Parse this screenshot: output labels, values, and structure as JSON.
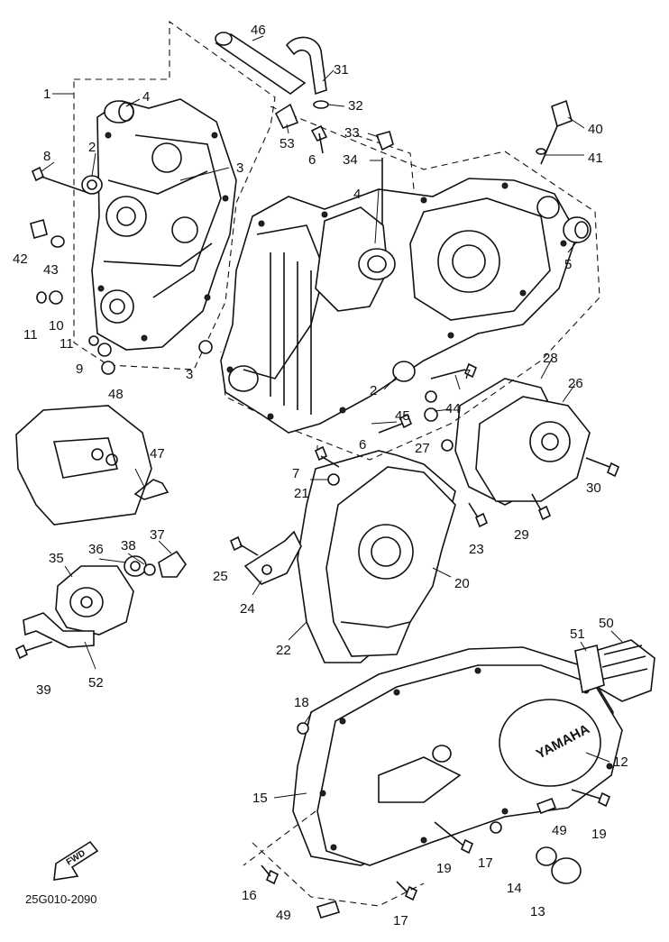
{
  "diagram": {
    "callouts": [
      "1",
      "2",
      "3",
      "4",
      "5",
      "6",
      "7",
      "8",
      "9",
      "10",
      "11",
      "12",
      "13",
      "14",
      "15",
      "16",
      "17",
      "18",
      "19",
      "20",
      "21",
      "22",
      "23",
      "24",
      "25",
      "26",
      "27",
      "28",
      "29",
      "30",
      "31",
      "32",
      "33",
      "34",
      "35",
      "36",
      "37",
      "38",
      "39",
      "40",
      "41",
      "42",
      "43",
      "44",
      "45",
      "46",
      "47",
      "48",
      "49",
      "50",
      "51",
      "52",
      "53"
    ],
    "logo_text": "YAMAHA",
    "fwd_label": "FWD",
    "drawing_code": "25G010-2090"
  }
}
